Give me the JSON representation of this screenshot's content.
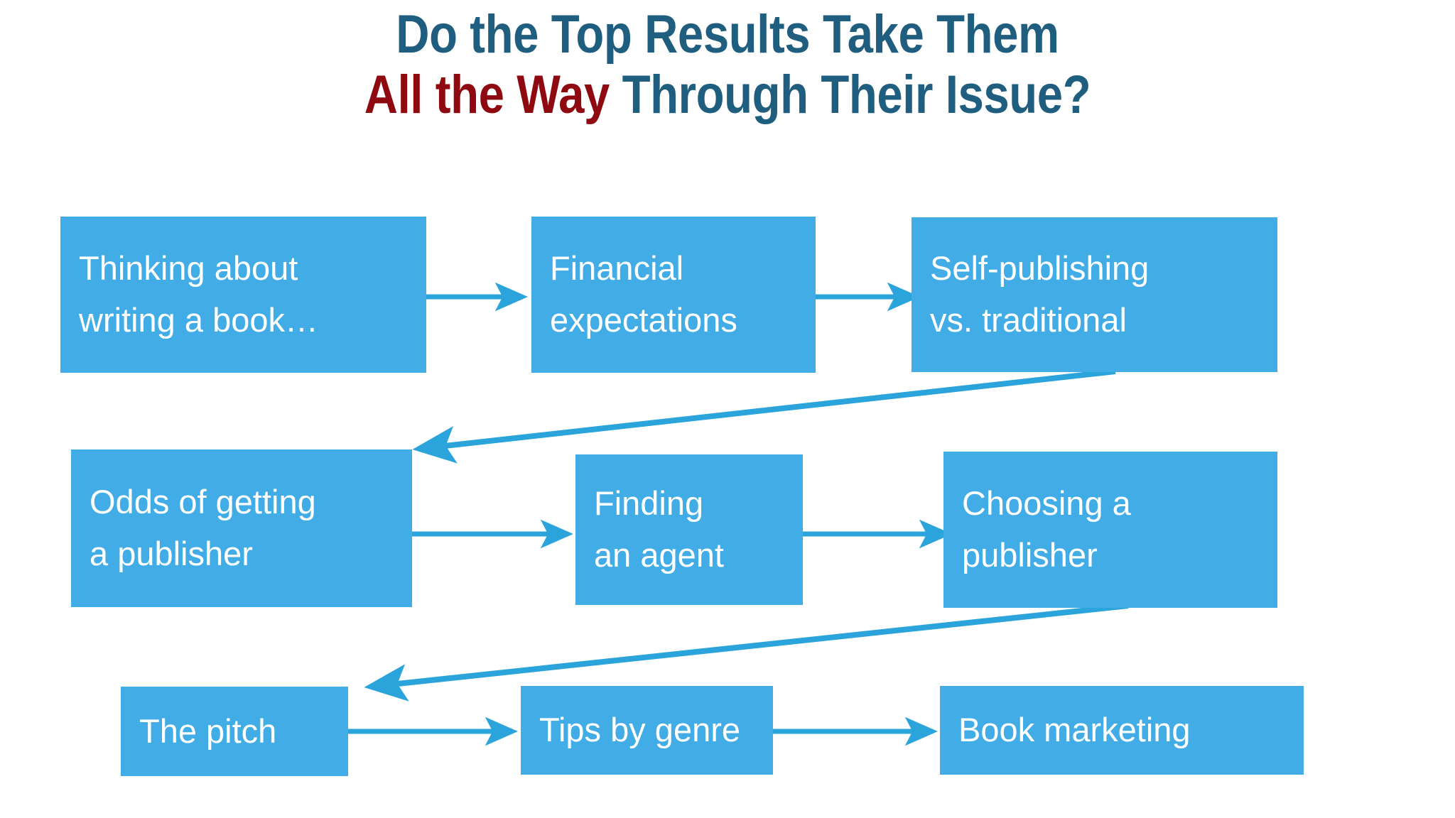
{
  "slide": {
    "background_color": "#ffffff",
    "accent_blue": "#41ACE6",
    "title_blue": "#205E80",
    "title_red": "#8E0A10"
  },
  "title": {
    "line1": "Do the Top Results Take Them",
    "line2_red": "All the Way",
    "line2_rest": " Through Their Issue?"
  },
  "flow": {
    "rows": [
      {
        "nodes": [
          {
            "id": "thinking",
            "line1": "Thinking about",
            "line2": "writing a book…"
          },
          {
            "id": "financial",
            "line1": "Financial",
            "line2": "expectations"
          },
          {
            "id": "selfpub",
            "line1": "Self-publishing",
            "line2": "vs. traditional"
          }
        ]
      },
      {
        "nodes": [
          {
            "id": "odds",
            "line1": "Odds of getting",
            "line2": "a publisher"
          },
          {
            "id": "agent",
            "line1": "Finding",
            "line2": "an agent"
          },
          {
            "id": "choosing",
            "line1": "Choosing a",
            "line2": "publisher"
          }
        ]
      },
      {
        "nodes": [
          {
            "id": "pitch",
            "line1": "The pitch",
            "line2": ""
          },
          {
            "id": "tips",
            "line1": "Tips by genre",
            "line2": ""
          },
          {
            "id": "marketing",
            "line1": "Book marketing",
            "line2": ""
          }
        ]
      }
    ],
    "connectors": [
      {
        "name": "thinking-to-financial",
        "kind": "straight-right"
      },
      {
        "name": "financial-to-selfpub",
        "kind": "straight-right"
      },
      {
        "name": "selfpub-to-odds",
        "kind": "diagonal-left-wrap"
      },
      {
        "name": "odds-to-agent",
        "kind": "straight-right"
      },
      {
        "name": "agent-to-choosing",
        "kind": "straight-right"
      },
      {
        "name": "choosing-to-pitch",
        "kind": "diagonal-left-wrap"
      },
      {
        "name": "pitch-to-tips",
        "kind": "straight-right"
      },
      {
        "name": "tips-to-marketing",
        "kind": "straight-right"
      }
    ]
  }
}
